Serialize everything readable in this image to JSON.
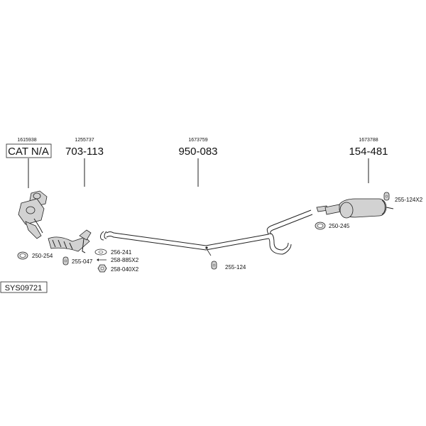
{
  "parts": [
    {
      "ref": "1615938",
      "number": "CAT N/A"
    },
    {
      "ref": "1255737",
      "number": "703-113"
    },
    {
      "ref": "1673759",
      "number": "950-083"
    },
    {
      "ref": "1673788",
      "number": "154-481"
    }
  ],
  "accessories": {
    "clamp_cat": "250-254",
    "clamp_front": "255-047",
    "gasket": "256-241",
    "bolt": "258-885X2",
    "nut": "258-040X2",
    "hanger_mid": "255-124",
    "clamp_rear": "250-245",
    "hanger_rear": "255-124X2"
  },
  "system_code": "SYS09721"
}
